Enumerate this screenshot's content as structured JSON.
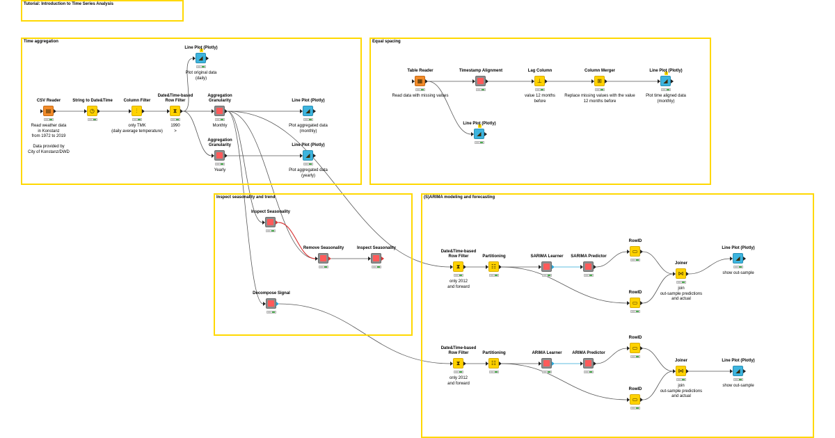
{
  "workflow": {
    "title": "Tutorial: Introduction to Time Series Analysis",
    "annotations": [
      {
        "id": "time_agg",
        "title": "Time aggregation"
      },
      {
        "id": "equal_spacing",
        "title": "Equal spacing"
      },
      {
        "id": "seasonality",
        "title": "Inspect seasonality and trend"
      },
      {
        "id": "sarima",
        "title": "(S)ARIMA modeling and forecasting"
      }
    ],
    "nodes": [
      {
        "id": "csv_reader",
        "name": "CSV Reader",
        "icon": "csv-reader-icon",
        "glyph": "▤",
        "category": "source",
        "desc": "Read weather data\nin Konstanz\nfrom 1972 to 2019\n\nData provided by\nCity of Konstanz/DWD"
      },
      {
        "id": "string_to_dt",
        "name": "String to Date&Time",
        "icon": "string-to-datetime-icon",
        "glyph": "◷",
        "category": "manip",
        "desc": ""
      },
      {
        "id": "column_filter",
        "name": "Column Filter",
        "icon": "column-filter-icon",
        "glyph": "⫶",
        "category": "manip",
        "desc": "only TMK\n(daily average temperature)"
      },
      {
        "id": "dt_row_filter_1",
        "name": "Date&Time-based\nRow Filter",
        "icon": "datetime-row-filter-icon",
        "glyph": "⧗",
        "category": "manip",
        "desc": "1990\n>"
      },
      {
        "id": "line_plot_orig",
        "name": "Line Plot (Plotly)",
        "icon": "line-plot-icon",
        "glyph": "◢",
        "category": "view",
        "desc": "Plot original data\n(daily)"
      },
      {
        "id": "agg_monthly",
        "name": "Aggregation\nGranularity",
        "icon": "aggregation-component-icon",
        "glyph": "",
        "category": "component",
        "desc": "Monthly"
      },
      {
        "id": "agg_yearly",
        "name": "Aggregation\nGranularity",
        "icon": "aggregation-component-icon",
        "glyph": "",
        "category": "component",
        "desc": "Yearly"
      },
      {
        "id": "line_plot_monthly",
        "name": "Line Plot (Plotly)",
        "icon": "line-plot-icon",
        "glyph": "◢",
        "category": "view",
        "desc": "Plot aggregated data\n(monthly)"
      },
      {
        "id": "line_plot_yearly",
        "name": "Line Plot (Plotly)",
        "icon": "line-plot-icon",
        "glyph": "◢",
        "category": "view",
        "desc": "Plot aggregated data\n(yearly)"
      },
      {
        "id": "table_reader",
        "name": "Table Reader",
        "icon": "table-reader-icon",
        "glyph": "▦",
        "category": "source",
        "desc": "Read data with missing values"
      },
      {
        "id": "timestamp_align",
        "name": "Timestamp Alignment",
        "icon": "timestamp-alignment-icon",
        "glyph": "",
        "category": "component",
        "desc": ""
      },
      {
        "id": "lag_column",
        "name": "Lag Column",
        "icon": "lag-column-icon",
        "glyph": "⊥",
        "category": "manip",
        "desc": "value 12 months\nbefore"
      },
      {
        "id": "column_merger",
        "name": "Column Merger",
        "icon": "column-merger-icon",
        "glyph": "⊞",
        "category": "manip",
        "desc": "Replace missing values with the value\n12 months before"
      },
      {
        "id": "line_plot_aligned",
        "name": "Line Plot (Plotly)",
        "icon": "line-plot-icon",
        "glyph": "◢",
        "category": "view",
        "desc": "Plot time aligned  data\n(monthly)"
      },
      {
        "id": "line_plot_missing",
        "name": "Line Plot (Plotly)",
        "icon": "line-plot-icon",
        "glyph": "◢",
        "category": "view",
        "desc": ""
      },
      {
        "id": "inspect_season_1",
        "name": "Inspect Seasonality",
        "icon": "inspect-seasonality-icon",
        "glyph": "",
        "category": "component",
        "desc": ""
      },
      {
        "id": "remove_season",
        "name": "Remove Seasonality",
        "icon": "remove-seasonality-icon",
        "glyph": "",
        "category": "component",
        "desc": ""
      },
      {
        "id": "inspect_season_2",
        "name": "Inspect Seasonality",
        "icon": "inspect-seasonality-icon",
        "glyph": "",
        "category": "component",
        "desc": ""
      },
      {
        "id": "decompose",
        "name": "Decompose Signal",
        "icon": "decompose-signal-icon",
        "glyph": "",
        "category": "component",
        "desc": ""
      },
      {
        "id": "dt_row_filter_2",
        "name": "Date&Time-based\nRow Filter",
        "icon": "datetime-row-filter-icon",
        "glyph": "⧗",
        "category": "manip",
        "desc": "only 2012\nand forward"
      },
      {
        "id": "partitioning_1",
        "name": "Partitioning",
        "icon": "partitioning-icon",
        "glyph": "☷",
        "category": "manip",
        "desc": ""
      },
      {
        "id": "sarima_learner",
        "name": "SARIMA Learner",
        "icon": "sarima-learner-icon",
        "glyph": "",
        "category": "component",
        "desc": ""
      },
      {
        "id": "sarima_predictor",
        "name": "SARIMA Predictor",
        "icon": "sarima-predictor-icon",
        "glyph": "",
        "category": "component",
        "desc": ""
      },
      {
        "id": "rowid_1",
        "name": "RowID",
        "icon": "rowid-icon",
        "glyph": "▭",
        "category": "manip",
        "desc": ""
      },
      {
        "id": "rowid_2",
        "name": "RowID",
        "icon": "rowid-icon",
        "glyph": "▭",
        "category": "manip",
        "desc": ""
      },
      {
        "id": "joiner_1",
        "name": "Joiner",
        "icon": "joiner-icon",
        "glyph": "⋈",
        "category": "manip",
        "desc": "join\nout-sample predictions\nand actual"
      },
      {
        "id": "line_plot_s1",
        "name": "Line Plot (Plotly)",
        "icon": "line-plot-icon",
        "glyph": "◢",
        "category": "view",
        "desc": "show out-sample"
      },
      {
        "id": "dt_row_filter_3",
        "name": "Date&Time-based\nRow Filter",
        "icon": "datetime-row-filter-icon",
        "glyph": "⧗",
        "category": "manip",
        "desc": "only 2012\nand forward"
      },
      {
        "id": "partitioning_2",
        "name": "Partitioning",
        "icon": "partitioning-icon",
        "glyph": "☷",
        "category": "manip",
        "desc": ""
      },
      {
        "id": "arima_learner",
        "name": "ARIMA Learner",
        "icon": "arima-learner-icon",
        "glyph": "",
        "category": "component",
        "desc": ""
      },
      {
        "id": "arima_predictor",
        "name": "ARIMA Predictor",
        "icon": "arima-predictor-icon",
        "glyph": "",
        "category": "component",
        "desc": ""
      },
      {
        "id": "rowid_3",
        "name": "RowID",
        "icon": "rowid-icon",
        "glyph": "▭",
        "category": "manip",
        "desc": ""
      },
      {
        "id": "rowid_4",
        "name": "RowID",
        "icon": "rowid-icon",
        "glyph": "▭",
        "category": "manip",
        "desc": ""
      },
      {
        "id": "joiner_2",
        "name": "Joiner",
        "icon": "joiner-icon",
        "glyph": "⋈",
        "category": "manip",
        "desc": "join\nout-sample predictions\nand actual"
      },
      {
        "id": "line_plot_s2",
        "name": "Line Plot (Plotly)",
        "icon": "line-plot-icon",
        "glyph": "◢",
        "category": "view",
        "desc": "show out-sample"
      }
    ],
    "connections": [
      [
        "csv_reader",
        "string_to_dt"
      ],
      [
        "string_to_dt",
        "column_filter"
      ],
      [
        "column_filter",
        "dt_row_filter_1"
      ],
      [
        "dt_row_filter_1",
        "line_plot_orig"
      ],
      [
        "dt_row_filter_1",
        "agg_monthly"
      ],
      [
        "dt_row_filter_1",
        "agg_yearly"
      ],
      [
        "agg_monthly",
        "line_plot_monthly"
      ],
      [
        "agg_yearly",
        "line_plot_yearly"
      ],
      [
        "agg_monthly",
        "inspect_season_1"
      ],
      [
        "agg_monthly",
        "remove_season"
      ],
      [
        "agg_monthly",
        "decompose"
      ],
      [
        "agg_monthly",
        "dt_row_filter_2"
      ],
      [
        "inspect_season_1",
        "remove_season",
        "red"
      ],
      [
        "remove_season",
        "inspect_season_2"
      ],
      [
        "decompose",
        "dt_row_filter_3"
      ],
      [
        "table_reader",
        "timestamp_align"
      ],
      [
        "timestamp_align",
        "lag_column"
      ],
      [
        "lag_column",
        "column_merger"
      ],
      [
        "column_merger",
        "line_plot_aligned"
      ],
      [
        "table_reader",
        "line_plot_missing"
      ],
      [
        "dt_row_filter_2",
        "partitioning_1"
      ],
      [
        "partitioning_1",
        "sarima_learner"
      ],
      [
        "sarima_learner",
        "sarima_predictor",
        "blue"
      ],
      [
        "sarima_predictor",
        "rowid_1"
      ],
      [
        "partitioning_1",
        "rowid_2"
      ],
      [
        "rowid_1",
        "joiner_1"
      ],
      [
        "rowid_2",
        "joiner_1"
      ],
      [
        "joiner_1",
        "line_plot_s1"
      ],
      [
        "dt_row_filter_3",
        "partitioning_2"
      ],
      [
        "partitioning_2",
        "arima_learner"
      ],
      [
        "arima_learner",
        "arima_predictor",
        "blue"
      ],
      [
        "arima_predictor",
        "rowid_3"
      ],
      [
        "partitioning_2",
        "rowid_4"
      ],
      [
        "rowid_3",
        "joiner_2"
      ],
      [
        "rowid_4",
        "joiner_2"
      ],
      [
        "joiner_2",
        "line_plot_s2"
      ]
    ]
  },
  "colors": {
    "annotation_border": "#ffd800",
    "source": "#f28b2a",
    "manipulator": "#ffd200",
    "visualizer": "#3db4de",
    "analytic": "#ff5a5a",
    "component": "#8e8e8e",
    "connection": "#555555",
    "flow_variable": "#d93838",
    "model_port": "#2aa7d8"
  }
}
